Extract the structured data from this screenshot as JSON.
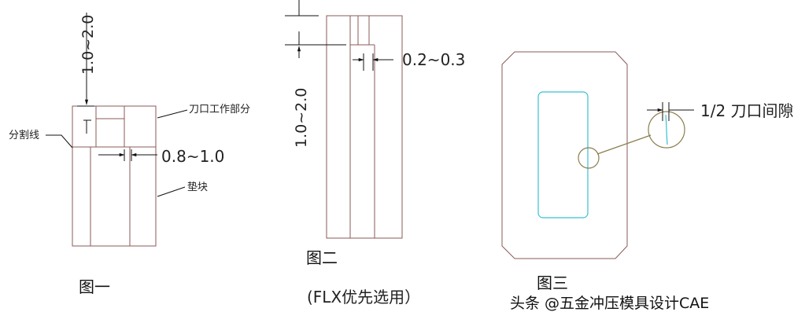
{
  "fig1": {
    "caption": "图一",
    "dim_vertical": "1.0~2.0",
    "dim_gap": "0.8~1.0",
    "label_cut": "刀口工作部分",
    "label_split": "分割线",
    "label_block": "垫块"
  },
  "fig2": {
    "caption": "图二",
    "note": "(FLX优先选用）",
    "dim_gap": "0.2~0.3",
    "dim_vertical": "1.0~2.0"
  },
  "fig3": {
    "caption": "图三",
    "label_clearance": "1/2 刀口间隙"
  },
  "watermark": "头条 @五金冲压模具设计CAE"
}
